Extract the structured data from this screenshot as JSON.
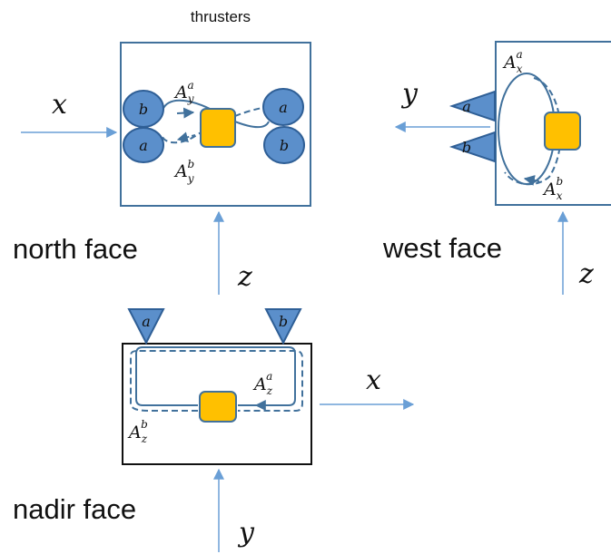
{
  "header": {
    "title": "thrusters"
  },
  "faces": {
    "north": {
      "label": "north face"
    },
    "west": {
      "label": "west face"
    },
    "nadir": {
      "label": "nadir face"
    }
  },
  "axes": {
    "north_x": "x",
    "north_z": "z",
    "west_y": "y",
    "west_z": "z",
    "nadir_x": "x",
    "nadir_y": "y"
  },
  "thrusters": {
    "a": "a",
    "b": "b"
  },
  "loops": {
    "north_top": {
      "base": "A",
      "sub": "y",
      "sup": "a"
    },
    "north_bottom": {
      "base": "A",
      "sub": "y",
      "sup": "b"
    },
    "west_top": {
      "base": "A",
      "sub": "x",
      "sup": "a"
    },
    "west_bottom": {
      "base": "A",
      "sub": "x",
      "sup": "b"
    },
    "nadir_right": {
      "base": "A",
      "sub": "z",
      "sup": "a"
    },
    "nadir_left": {
      "base": "A",
      "sub": "z",
      "sup": "b"
    }
  },
  "colors": {
    "thruster_fill": "#5b8fcb",
    "thruster_stroke": "#2f5f96",
    "body_fill": "#ffc000",
    "frame_blue": "#41719c",
    "arrow": "#6a9fd6"
  }
}
